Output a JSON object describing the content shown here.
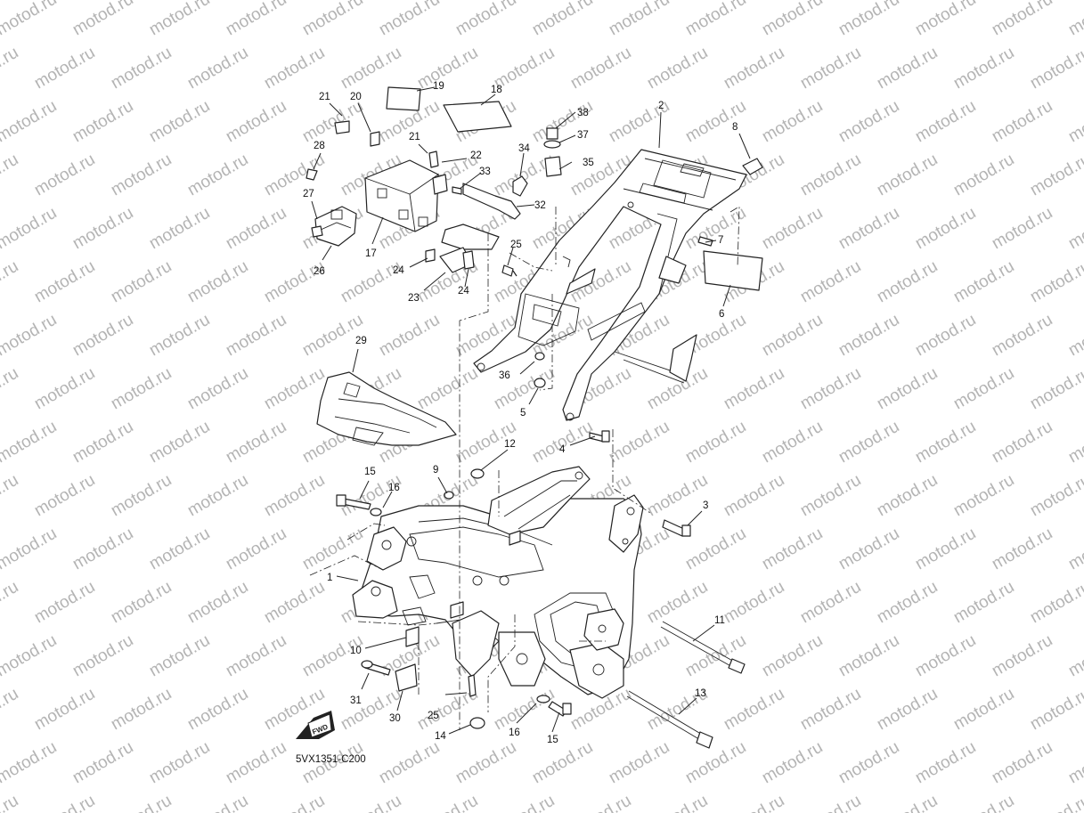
{
  "watermark": "motod.ru",
  "diagram_code": "5VX1351-C200",
  "fwd_label": "FWD",
  "callouts": [
    {
      "id": "c1",
      "text": "1"
    },
    {
      "id": "c2",
      "text": "2"
    },
    {
      "id": "c3",
      "text": "3"
    },
    {
      "id": "c4",
      "text": "4"
    },
    {
      "id": "c5",
      "text": "5"
    },
    {
      "id": "c6",
      "text": "6"
    },
    {
      "id": "c7",
      "text": "7"
    },
    {
      "id": "c8",
      "text": "8"
    },
    {
      "id": "c9",
      "text": "9"
    },
    {
      "id": "c10",
      "text": "10"
    },
    {
      "id": "c11",
      "text": "11"
    },
    {
      "id": "c12",
      "text": "12"
    },
    {
      "id": "c13",
      "text": "13"
    },
    {
      "id": "c14",
      "text": "14"
    },
    {
      "id": "c15a",
      "text": "15"
    },
    {
      "id": "c15b",
      "text": "15"
    },
    {
      "id": "c16a",
      "text": "16"
    },
    {
      "id": "c16b",
      "text": "16"
    },
    {
      "id": "c17",
      "text": "17"
    },
    {
      "id": "c18",
      "text": "18"
    },
    {
      "id": "c19",
      "text": "19"
    },
    {
      "id": "c20",
      "text": "20"
    },
    {
      "id": "c21a",
      "text": "21"
    },
    {
      "id": "c21b",
      "text": "21"
    },
    {
      "id": "c22",
      "text": "22"
    },
    {
      "id": "c23",
      "text": "23"
    },
    {
      "id": "c24a",
      "text": "24"
    },
    {
      "id": "c24b",
      "text": "24"
    },
    {
      "id": "c25a",
      "text": "25"
    },
    {
      "id": "c25b",
      "text": "25"
    },
    {
      "id": "c26",
      "text": "26"
    },
    {
      "id": "c27",
      "text": "27"
    },
    {
      "id": "c28",
      "text": "28"
    },
    {
      "id": "c29",
      "text": "29"
    },
    {
      "id": "c30",
      "text": "30"
    },
    {
      "id": "c31",
      "text": "31"
    },
    {
      "id": "c32",
      "text": "32"
    },
    {
      "id": "c33",
      "text": "33"
    },
    {
      "id": "c34",
      "text": "34"
    },
    {
      "id": "c35",
      "text": "35"
    },
    {
      "id": "c36",
      "text": "36"
    },
    {
      "id": "c37",
      "text": "37"
    },
    {
      "id": "c38",
      "text": "38"
    }
  ]
}
